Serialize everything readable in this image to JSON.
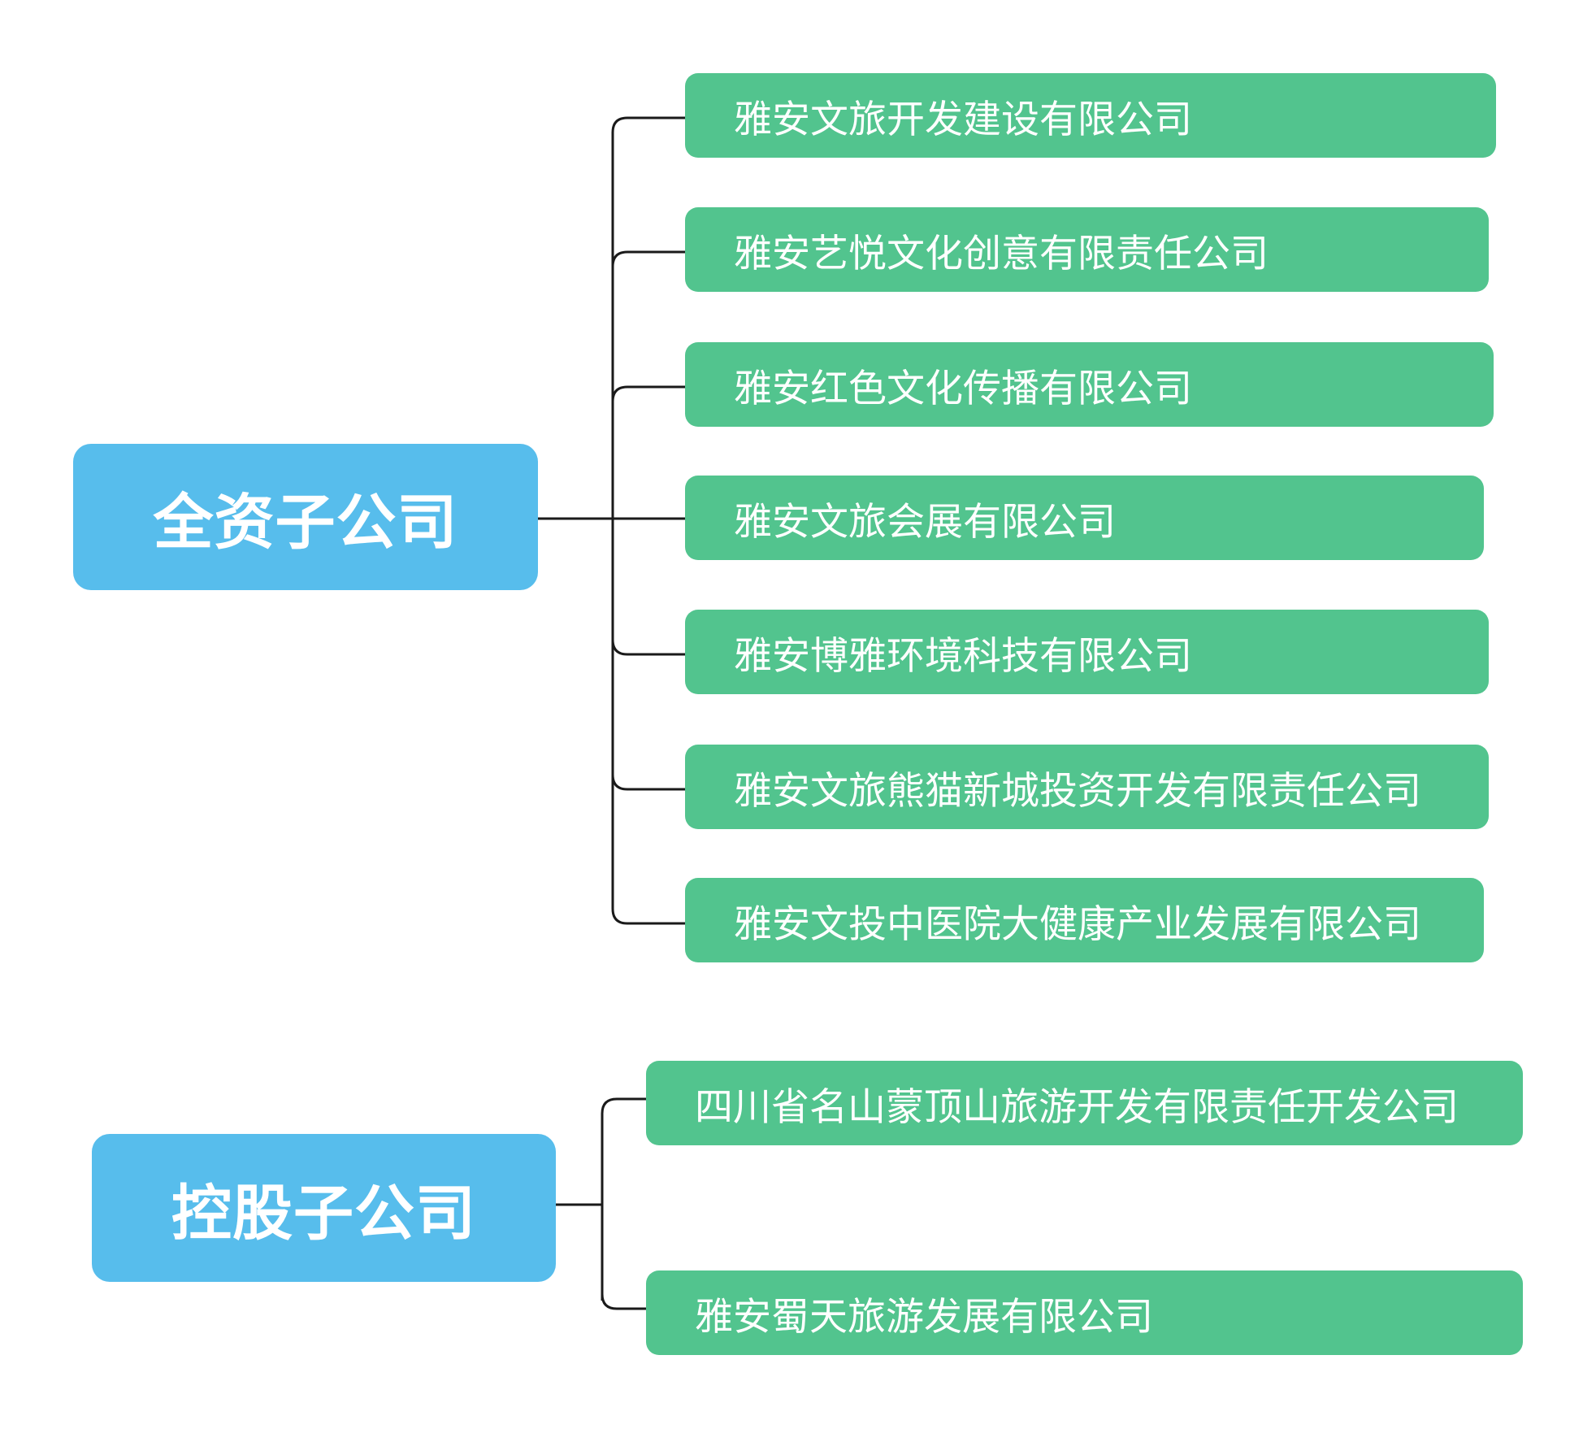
{
  "colors": {
    "root_fill": "#57bdec",
    "leaf_fill": "#52c48e",
    "line": "#1a1a1a",
    "text": "#ffffff"
  },
  "groups": [
    {
      "label": "全资子公司",
      "children": [
        "雅安文旅开发建设有限公司",
        "雅安艺悦文化创意有限责任公司",
        "雅安红色文化传播有限公司",
        "雅安文旅会展有限公司",
        "雅安博雅环境科技有限公司",
        "雅安文旅熊猫新城投资开发有限责任公司",
        "雅安文投中医院大健康产业发展有限公司"
      ]
    },
    {
      "label": "控股子公司",
      "children": [
        "四川省名山蒙顶山旅游开发有限责任开发公司",
        "雅安蜀天旅游发展有限公司"
      ]
    }
  ]
}
